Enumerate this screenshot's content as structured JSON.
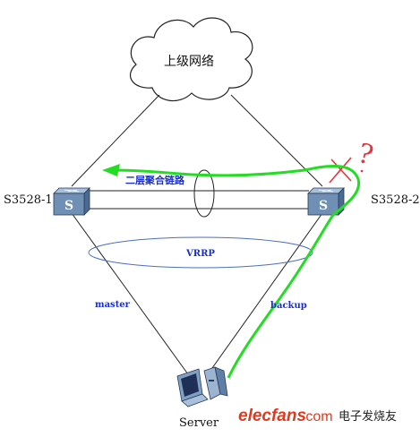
{
  "nodes": {
    "cloud": {
      "label": "上级网络"
    },
    "switch_left": {
      "label": "S3528-1",
      "icon_text": "S"
    },
    "switch_right": {
      "label": "S3528-2",
      "icon_text": "S"
    },
    "server": {
      "label": "Server"
    }
  },
  "links": {
    "aggregation_label": "二层聚合链路",
    "vrrp_label": "VRRP",
    "master_label": "master",
    "backup_label": "backup"
  },
  "annotations": {
    "question_mark": "?"
  },
  "watermark": {
    "brand": "elecfans",
    "suffix": "·com",
    "cn": "电子发烧友"
  },
  "colors": {
    "line": "#222222",
    "switch_fill": "#6f8fb5",
    "green_path": "#22dd22",
    "red_mark": "#e8323c",
    "blue_text": "#1a2fd0",
    "watermark_red": "#e03a1e",
    "ellipse": "#4a6fc0"
  }
}
